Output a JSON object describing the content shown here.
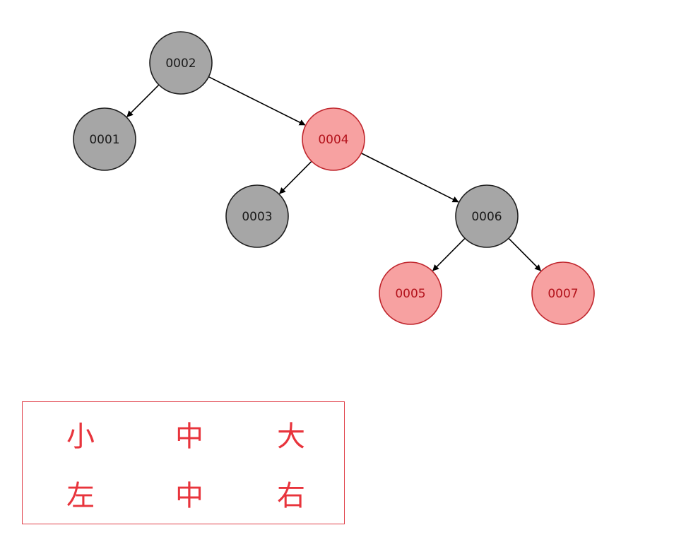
{
  "tree": {
    "colors": {
      "black_fill": "#a6a6a6",
      "black_stroke": "#1f1f1f",
      "black_text": "#1a1a1a",
      "red_fill": "#f7a1a1",
      "red_stroke": "#c0262d",
      "red_text": "#b3121b",
      "edge": "#000000"
    },
    "nodes": [
      {
        "id": "0002",
        "label": "0002",
        "color": "black"
      },
      {
        "id": "0001",
        "label": "0001",
        "color": "black"
      },
      {
        "id": "0004",
        "label": "0004",
        "color": "red"
      },
      {
        "id": "0003",
        "label": "0003",
        "color": "black"
      },
      {
        "id": "0006",
        "label": "0006",
        "color": "black"
      },
      {
        "id": "0005",
        "label": "0005",
        "color": "red"
      },
      {
        "id": "0007",
        "label": "0007",
        "color": "red"
      }
    ],
    "edges": [
      {
        "from": "0002",
        "to": "0001"
      },
      {
        "from": "0002",
        "to": "0004"
      },
      {
        "from": "0004",
        "to": "0003"
      },
      {
        "from": "0004",
        "to": "0006"
      },
      {
        "from": "0006",
        "to": "0005"
      },
      {
        "from": "0006",
        "to": "0007"
      }
    ]
  },
  "legend": {
    "color": "#e8343c",
    "row1": [
      "小",
      "中",
      "大"
    ],
    "row2": [
      "左",
      "中",
      "右"
    ]
  }
}
